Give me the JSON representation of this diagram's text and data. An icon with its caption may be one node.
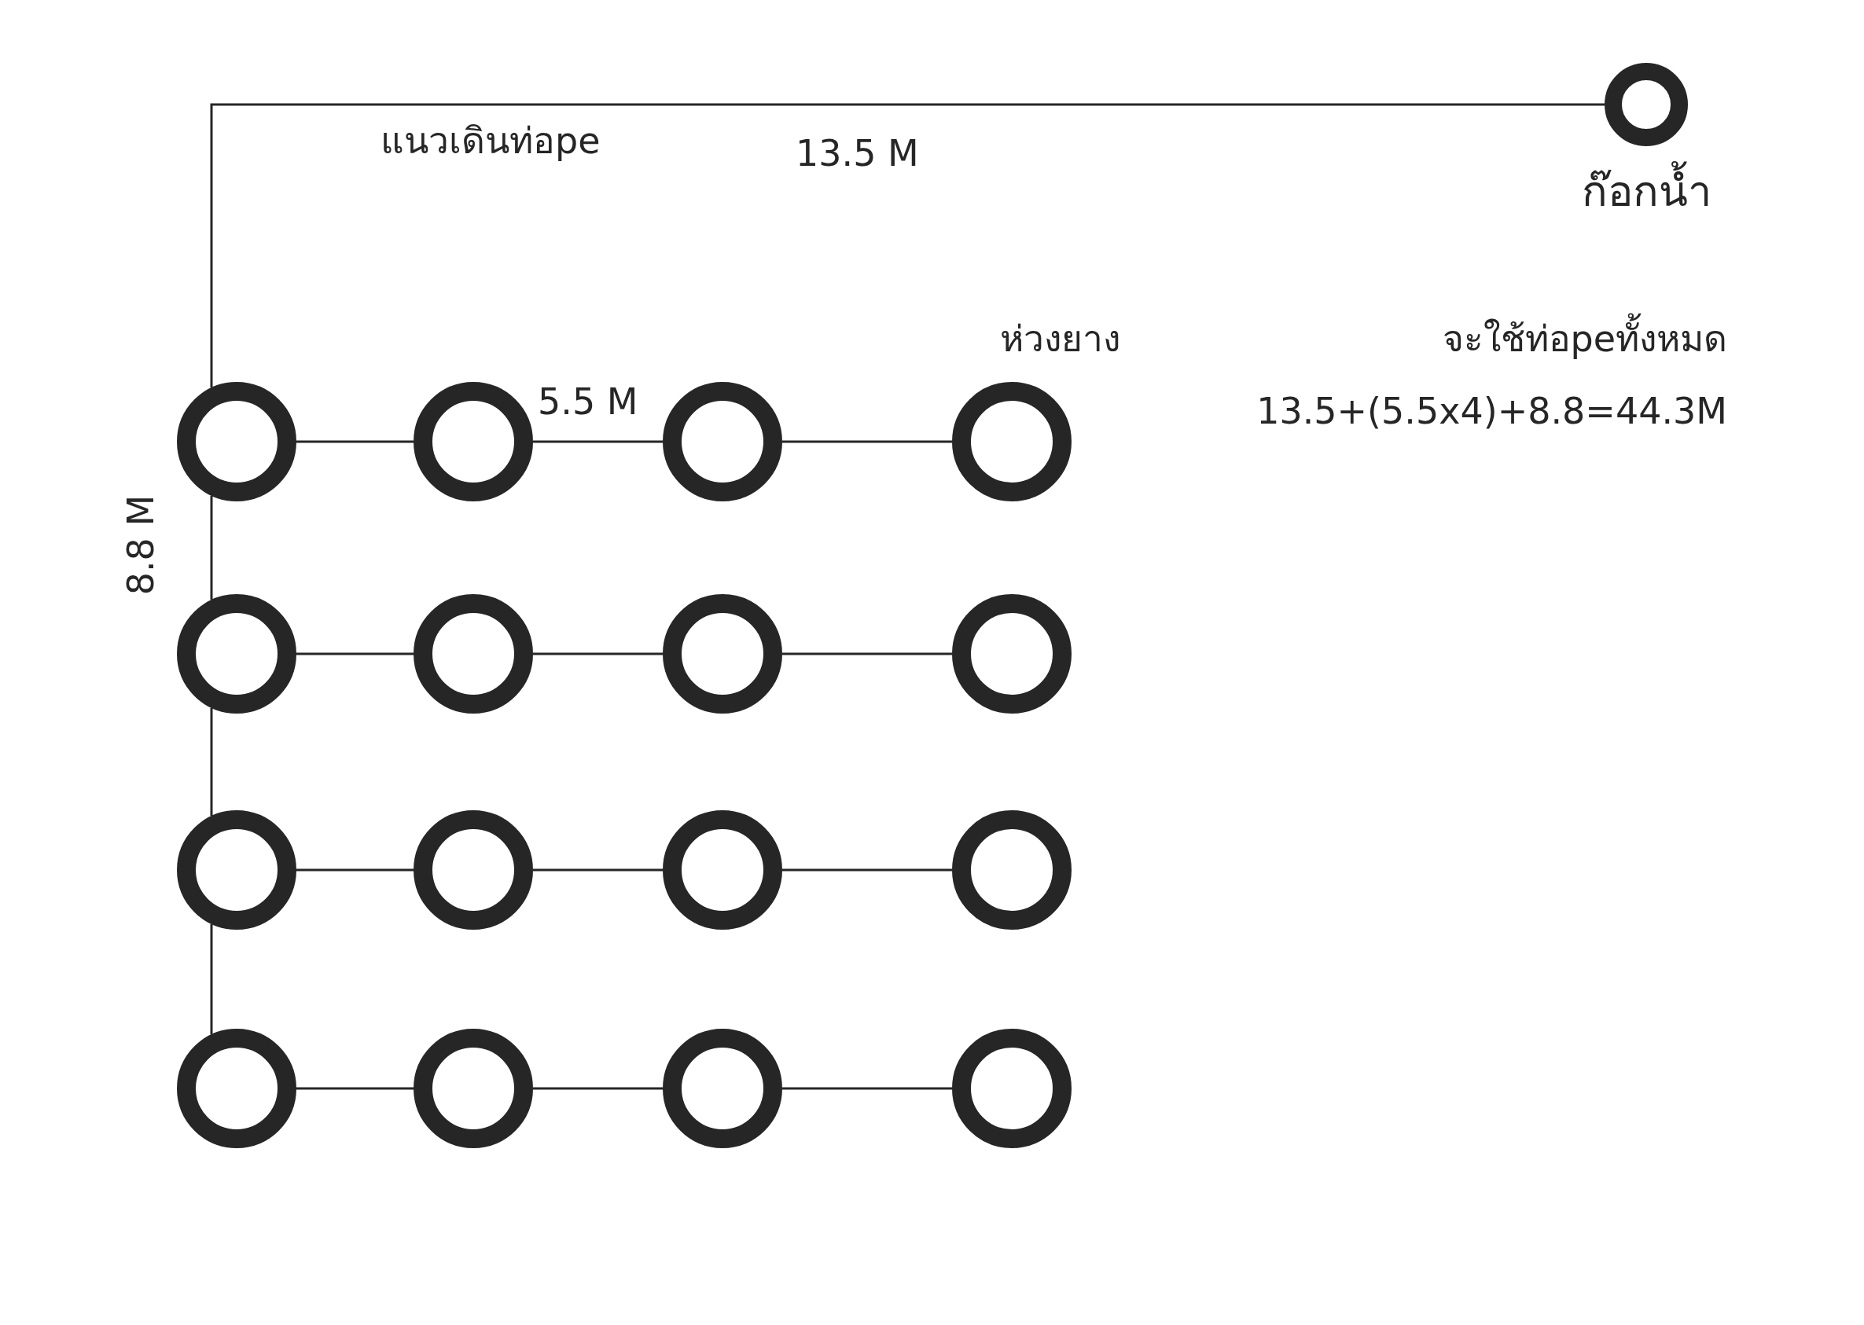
{
  "diagram": {
    "nodes": [
      {
        "text": [
          "ก๊อกน้ำ"
        ]
      },
      {
        "text": [],
        "shape": "circle"
      },
      {
        "text": [],
        "shape": "circle"
      },
      {
        "text": [],
        "shape": "circle"
      },
      {
        "text": [],
        "shape": "circle"
      },
      {
        "text": [],
        "shape": "circle"
      },
      {
        "text": [],
        "shape": "circle"
      },
      {
        "text": [],
        "shape": "circle"
      },
      {
        "text": [],
        "shape": "circle"
      },
      {
        "text": [],
        "shape": "circle"
      },
      {
        "text": [],
        "shape": "circle"
      },
      {
        "text": [],
        "shape": "circle"
      },
      {
        "text": [],
        "shape": "circle"
      },
      {
        "text": [],
        "shape": "circle"
      },
      {
        "text": [],
        "shape": "circle"
      },
      {
        "text": [],
        "shape": "circle"
      },
      {
        "text": [],
        "shape": "circle"
      }
    ],
    "edges": [
      {
        "from": 0,
        "to": 1,
        "arrow": "none"
      },
      {
        "from": 1,
        "to": 5,
        "arrow": "none"
      },
      {
        "from": 5,
        "to": 9,
        "arrow": "none"
      },
      {
        "from": 9,
        "to": 13,
        "arrow": "none"
      },
      {
        "from": 1,
        "to": 2,
        "arrow": "none"
      },
      {
        "from": 2,
        "to": 3,
        "arrow": "none"
      },
      {
        "from": 3,
        "to": 4,
        "arrow": "none"
      },
      {
        "from": 5,
        "to": 6,
        "arrow": "none"
      },
      {
        "from": 6,
        "to": 7,
        "arrow": "none"
      },
      {
        "from": 7,
        "to": 8,
        "arrow": "none"
      },
      {
        "from": 9,
        "to": 10,
        "arrow": "none"
      },
      {
        "from": 10,
        "to": 11,
        "arrow": "none"
      },
      {
        "from": 11,
        "to": 12,
        "arrow": "none"
      },
      {
        "from": 13,
        "to": 14,
        "arrow": "none"
      },
      {
        "from": 14,
        "to": 15,
        "arrow": "none"
      },
      {
        "from": 15,
        "to": 16,
        "arrow": "none"
      }
    ],
    "labels": [
      "แนวเดินท่อpe",
      "13.5 M",
      "ห่วงยาง",
      "จะใช้ท่อpeทั้งหมด",
      "5.5 M",
      "13.5+(5.5x4)+8.8=44.3M",
      "8.8 M"
    ]
  }
}
